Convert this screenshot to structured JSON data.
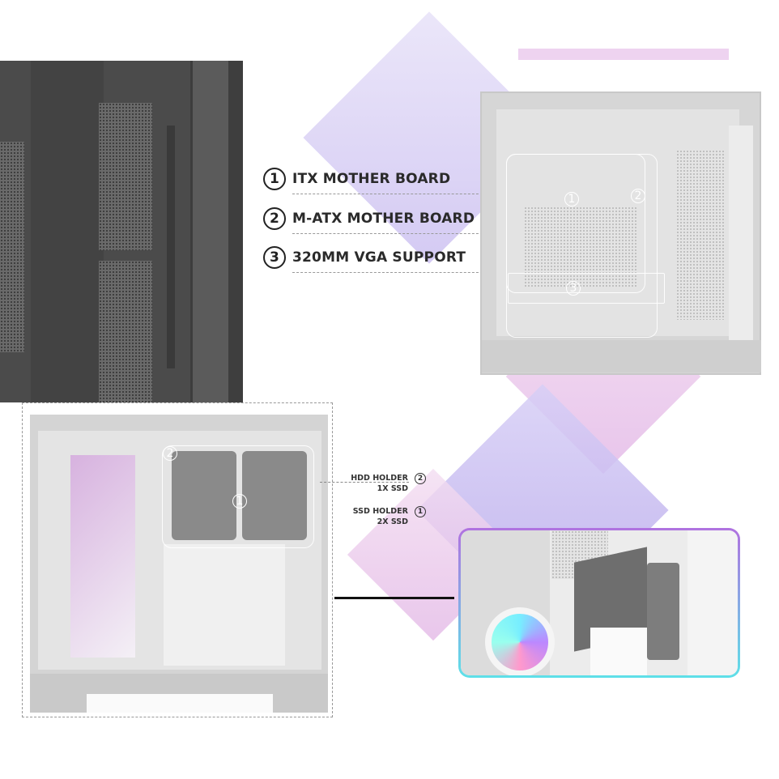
{
  "features": [
    {
      "number": "1",
      "label": "ITX MOTHER BOARD"
    },
    {
      "number": "2",
      "label": "M-ATX MOTHER BOARD"
    },
    {
      "number": "3",
      "label": "320MM VGA SUPPORT"
    }
  ],
  "storage": [
    {
      "number": "2",
      "label": "HDD HOLDER",
      "capacity": "1X SSD"
    },
    {
      "number": "1",
      "label": "SSD HOLDER",
      "capacity": "2X SSD"
    }
  ],
  "colors": {
    "accent_purple": "#b9a6e6",
    "accent_pink": "#e7b9e4",
    "dark_case": "#4a4a4a",
    "light_case": "#d9d9d9",
    "inset_border_top": "#b072e0",
    "inset_border_bottom": "#5ee0e8"
  }
}
